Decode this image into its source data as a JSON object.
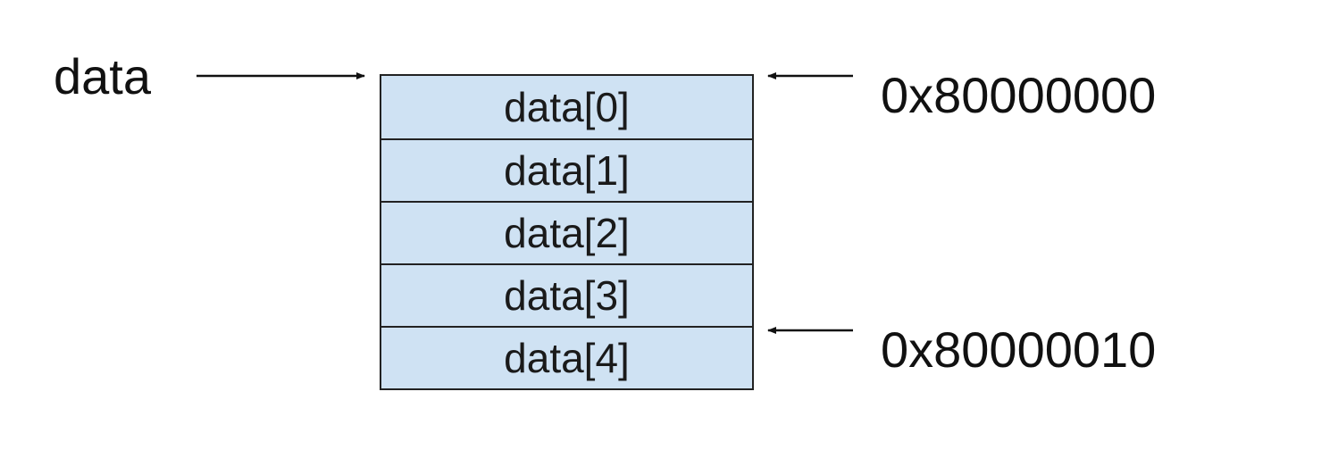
{
  "pointer": {
    "name": "data"
  },
  "array": {
    "cells": [
      "data[0]",
      "data[1]",
      "data[2]",
      "data[3]",
      "data[4]"
    ],
    "fill_color": "#cfe2f3",
    "border_color": "#222222"
  },
  "addresses": {
    "start": "0x80000000",
    "end": "0x80000010"
  }
}
